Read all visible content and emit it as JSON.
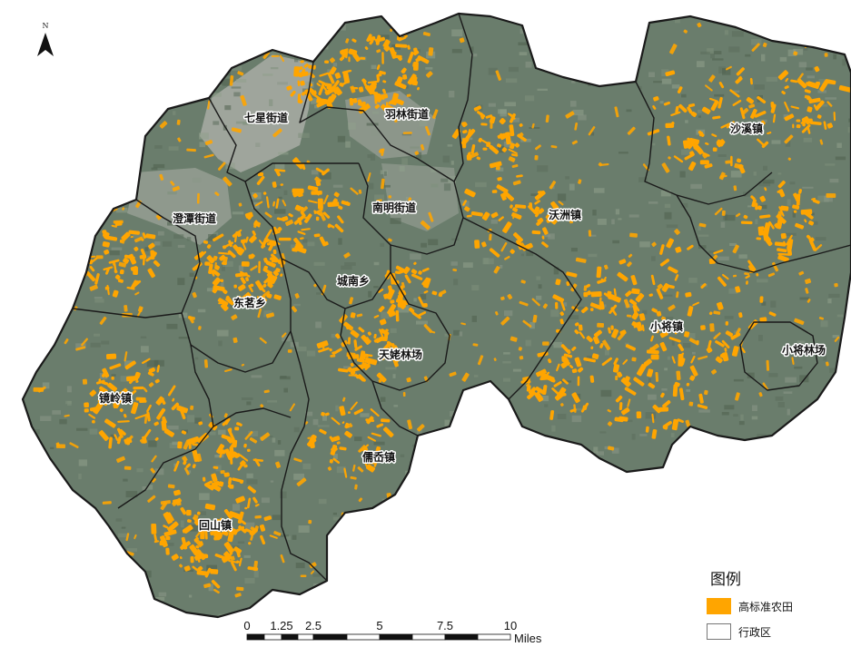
{
  "map": {
    "colors": {
      "background": "#ffffff",
      "terrain": "#6a7d6c",
      "urban": "#a8aca4",
      "farmland": "#ffa500",
      "boundary": "#1a1a1a"
    },
    "north_arrow_label": "N",
    "regions": [
      {
        "id": "qixing",
        "label": "七星街道"
      },
      {
        "id": "yulin",
        "label": "羽林街道"
      },
      {
        "id": "shaxi",
        "label": "沙溪镇"
      },
      {
        "id": "chengtan",
        "label": "澄潭街道"
      },
      {
        "id": "nanming",
        "label": "南明街道"
      },
      {
        "id": "wozhou",
        "label": "沃洲镇"
      },
      {
        "id": "chengnan",
        "label": "城南乡"
      },
      {
        "id": "dongming",
        "label": "东茗乡"
      },
      {
        "id": "xiaojiang",
        "label": "小将镇"
      },
      {
        "id": "tianmu",
        "label": "天姥林场"
      },
      {
        "id": "xiaojiang_forest",
        "label": "小将林场"
      },
      {
        "id": "jingling",
        "label": "镜岭镇"
      },
      {
        "id": "ruxi",
        "label": "儒岙镇"
      },
      {
        "id": "huishan",
        "label": "回山镇"
      }
    ],
    "scale_bar": {
      "ticks": [
        "0",
        "1.25",
        "2.5",
        "5",
        "7.5",
        "10"
      ],
      "unit": "Miles"
    },
    "legend": {
      "title": "图例",
      "items": [
        {
          "label": "高标准农田",
          "color": "#ffa500"
        },
        {
          "label": "行政区",
          "color": "#ffffff"
        }
      ]
    }
  }
}
